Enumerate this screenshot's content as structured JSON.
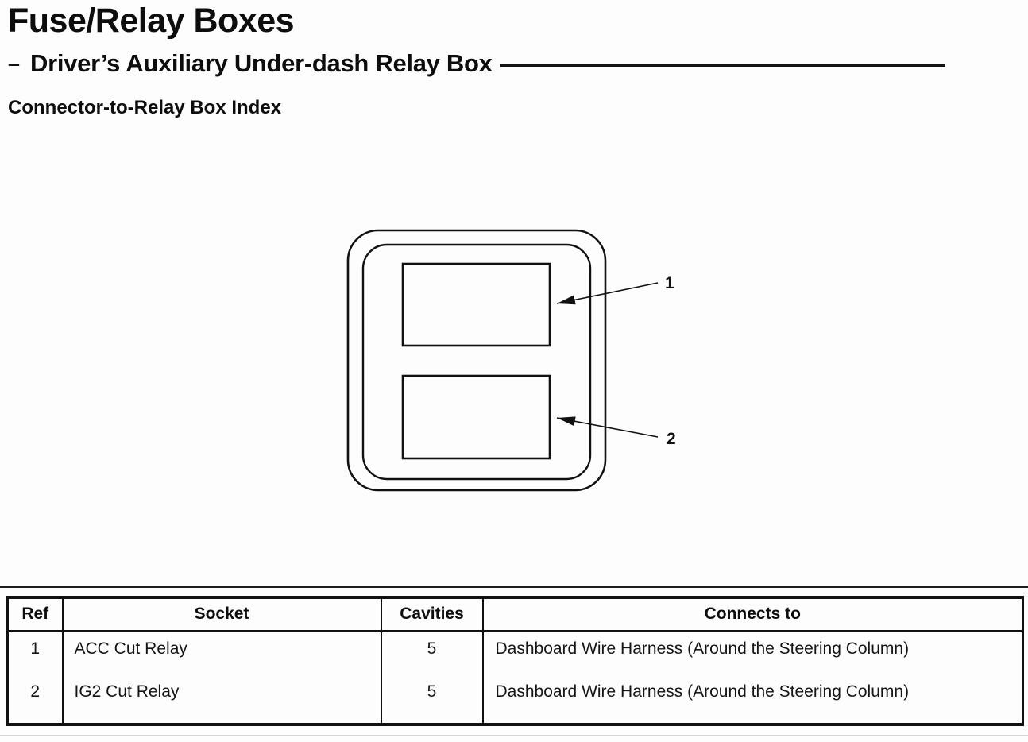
{
  "colors": {
    "ink": "#111111",
    "paper": "#fdfdfd"
  },
  "page": {
    "title": "Fuse/Relay Boxes",
    "section_dash": "–",
    "section_title": "Driver’s Auxiliary Under-dash Relay Box",
    "subsection_title": "Connector-to-Relay Box Index"
  },
  "diagram": {
    "callout_labels": [
      "1",
      "2"
    ]
  },
  "table": {
    "headers": [
      "Ref",
      "Socket",
      "Cavities",
      "Connects to"
    ],
    "rows": [
      {
        "ref": "1",
        "socket": "ACC Cut Relay",
        "cavities": "5",
        "connects_to": "Dashboard Wire Harness (Around the Steering Column)"
      },
      {
        "ref": "2",
        "socket": "IG2 Cut Relay",
        "cavities": "5",
        "connects_to": "Dashboard Wire Harness (Around the Steering Column)"
      }
    ]
  }
}
